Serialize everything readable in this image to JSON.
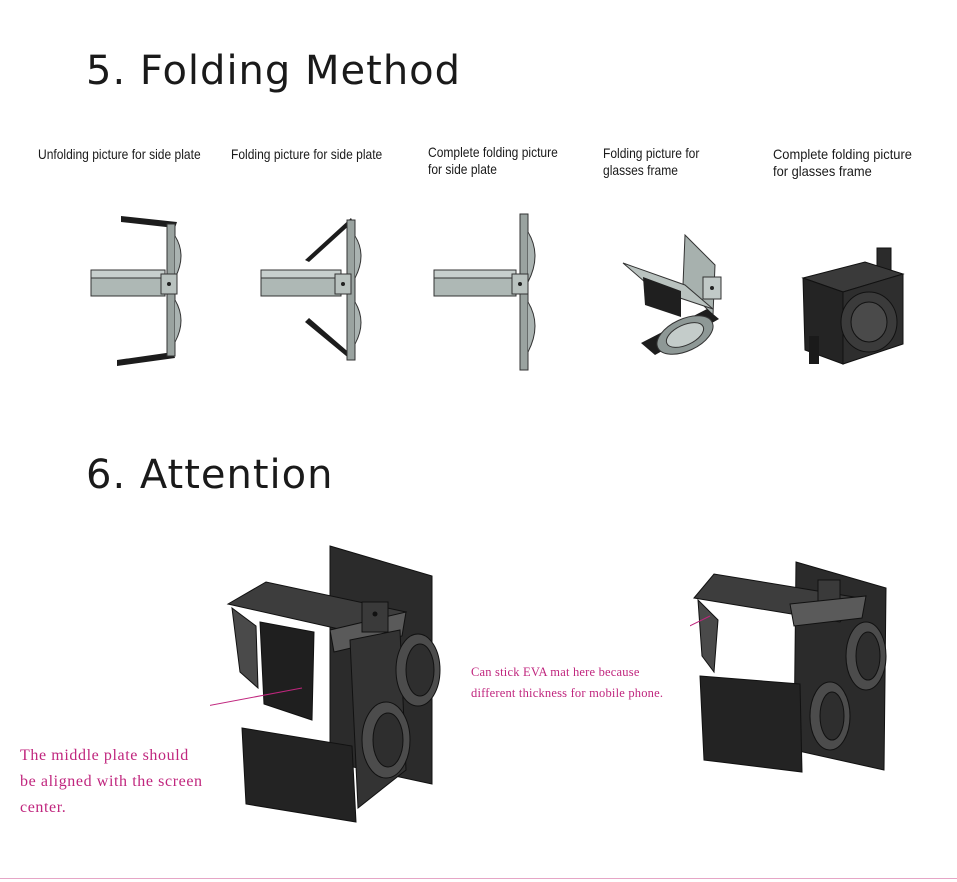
{
  "section5": {
    "title": "5. Folding Method",
    "steps": [
      {
        "caption_lines": [
          "Unfolding picture for side plate"
        ]
      },
      {
        "caption_lines": [
          "Folding picture for side plate"
        ]
      },
      {
        "caption_lines": [
          "Complete folding picture",
          "for side plate"
        ]
      },
      {
        "caption_lines": [
          "Folding picture for",
          "glasses frame"
        ]
      },
      {
        "caption_lines": [
          "Complete folding picture",
          "for glasses frame"
        ]
      }
    ]
  },
  "section6": {
    "title": "6. Attention",
    "notes": [
      {
        "lines": [
          "The middle plate should",
          "be aligned with the screen",
          "center."
        ]
      },
      {
        "lines": [
          "Can stick EVA mat here because",
          "different thickness for mobile phone."
        ]
      }
    ]
  },
  "colors": {
    "annotation": "#c0267e",
    "part_light": "#a7b1ae",
    "part_dark": "#2a2a2a"
  }
}
